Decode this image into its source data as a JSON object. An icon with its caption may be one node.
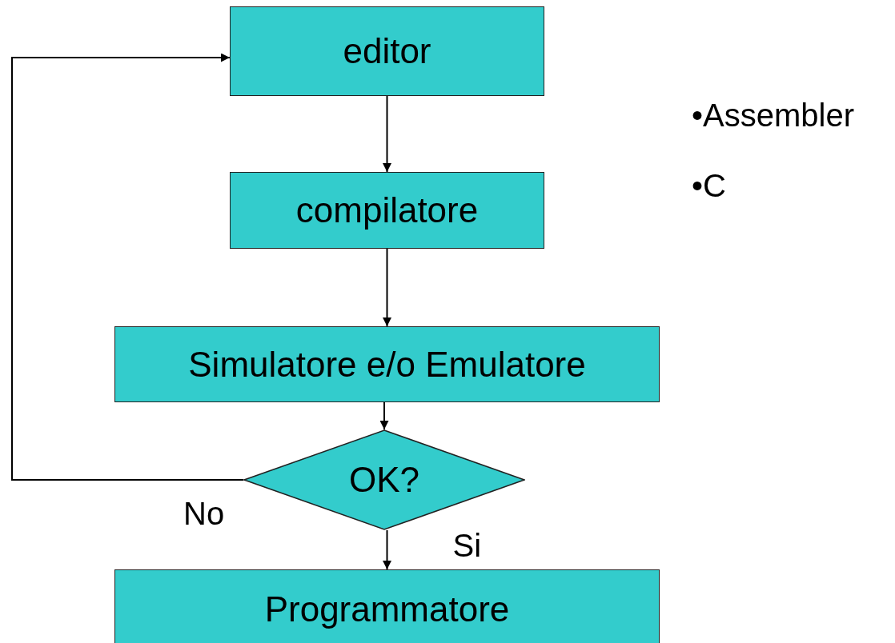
{
  "diagram": {
    "nodes": [
      {
        "text": [
          "editor"
        ]
      },
      {
        "text": [
          "compilatore"
        ]
      },
      {
        "text": [
          "Simulatore e/o Emulatore"
        ]
      },
      {
        "text": [
          "OK?"
        ]
      },
      {
        "text": [
          "Programmatore"
        ]
      }
    ],
    "edges": [
      {
        "from": 0,
        "to": 1,
        "arrow": "to"
      },
      {
        "from": 1,
        "to": 2,
        "arrow": "to"
      },
      {
        "from": 2,
        "to": 3,
        "arrow": "to"
      },
      {
        "from": 3,
        "to": 0,
        "arrow": "to",
        "label": "No"
      },
      {
        "from": 3,
        "to": 4,
        "arrow": "to",
        "label": "Si"
      }
    ],
    "labels": [
      "•Assembler",
      "•C"
    ]
  }
}
